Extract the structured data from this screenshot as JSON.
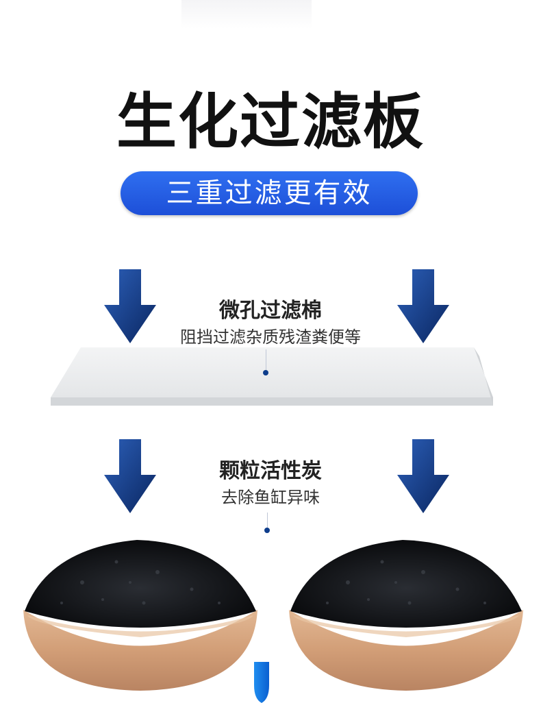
{
  "header": {
    "title": "生化过滤板",
    "subtitle": "三重过滤更有效"
  },
  "layers": [
    {
      "name": "微孔过滤棉",
      "description": "阻挡过滤杂质残渣粪便等"
    },
    {
      "name": "颗粒活性炭",
      "description": "去除鱼缸异味"
    }
  ],
  "colors": {
    "accent_blue": "#1d4fd8",
    "arrow_navy": "#0e2f73",
    "title_black": "#111111"
  }
}
